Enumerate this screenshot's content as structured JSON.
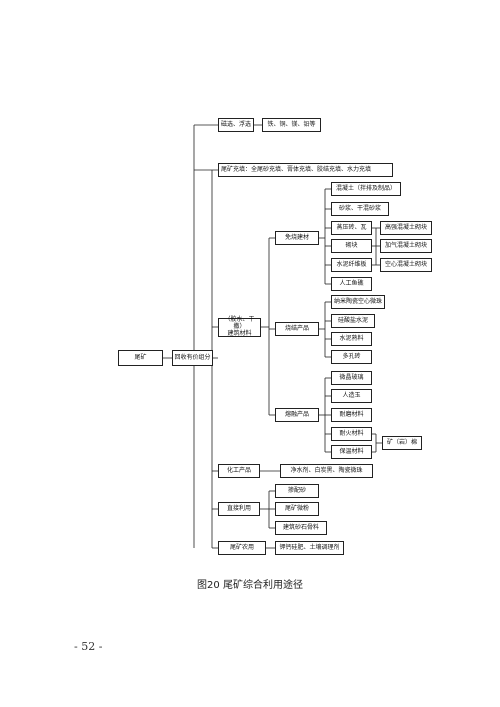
{
  "diagram": {
    "root": "尾矿",
    "recover": "回收有价组分",
    "flotation": "磁选、浮选",
    "metals": "铁、铜、镁、铅等",
    "backfill": "尾矿充填：全尾砂充填、膏体充填、胶结充填、水力充填",
    "building_materials_1": "（胶水、干撒）",
    "building_materials_2": "建筑材料",
    "unfired": "免烧建材",
    "concrete": "混凝土（拌排及制品）",
    "mortar": "砂浆、干混砂浆",
    "pressed_brick": "蒸压砖、瓦",
    "block": "砌块",
    "fiberboard": "水泥纤维板",
    "artificial_fish": "人工鱼礁",
    "hp_block": "高强混凝土砌块",
    "aerated_block": "加气混凝土砌块",
    "hollow_block": "空心混凝土砌块",
    "fired": "烧结产品",
    "nano_ceramic": "纳米陶瓷空心微珠",
    "silicate_cement": "硅酸盐水泥",
    "clinker": "水泥熟料",
    "porous_brick": "多孔砖",
    "melted": "熔融产品",
    "glass_ceramic": "微晶玻璃",
    "artificial_jade": "人造玉",
    "wear_material": "耐磨材料",
    "refractory": "耐火材料",
    "insulation": "保温材料",
    "mineral_wool": "矿（岩）棉",
    "chemical": "化工产品",
    "chemical_items": "净水剂、白炭黑、陶瓷微珠",
    "direct_use": "直接利用",
    "blended_sand": "掺配砂",
    "tailings_powder": "尾矿微粉",
    "building_aggregate": "建筑砂石骨料",
    "agriculture": "尾矿农用",
    "fertilizer": "钾钙硅肥、土壤调理剂"
  },
  "caption": "图20 尾矿综合利用途径",
  "page_number": "- 52 -",
  "colors": {
    "line": "#222222",
    "box_border": "#222222",
    "background": "#ffffff"
  }
}
